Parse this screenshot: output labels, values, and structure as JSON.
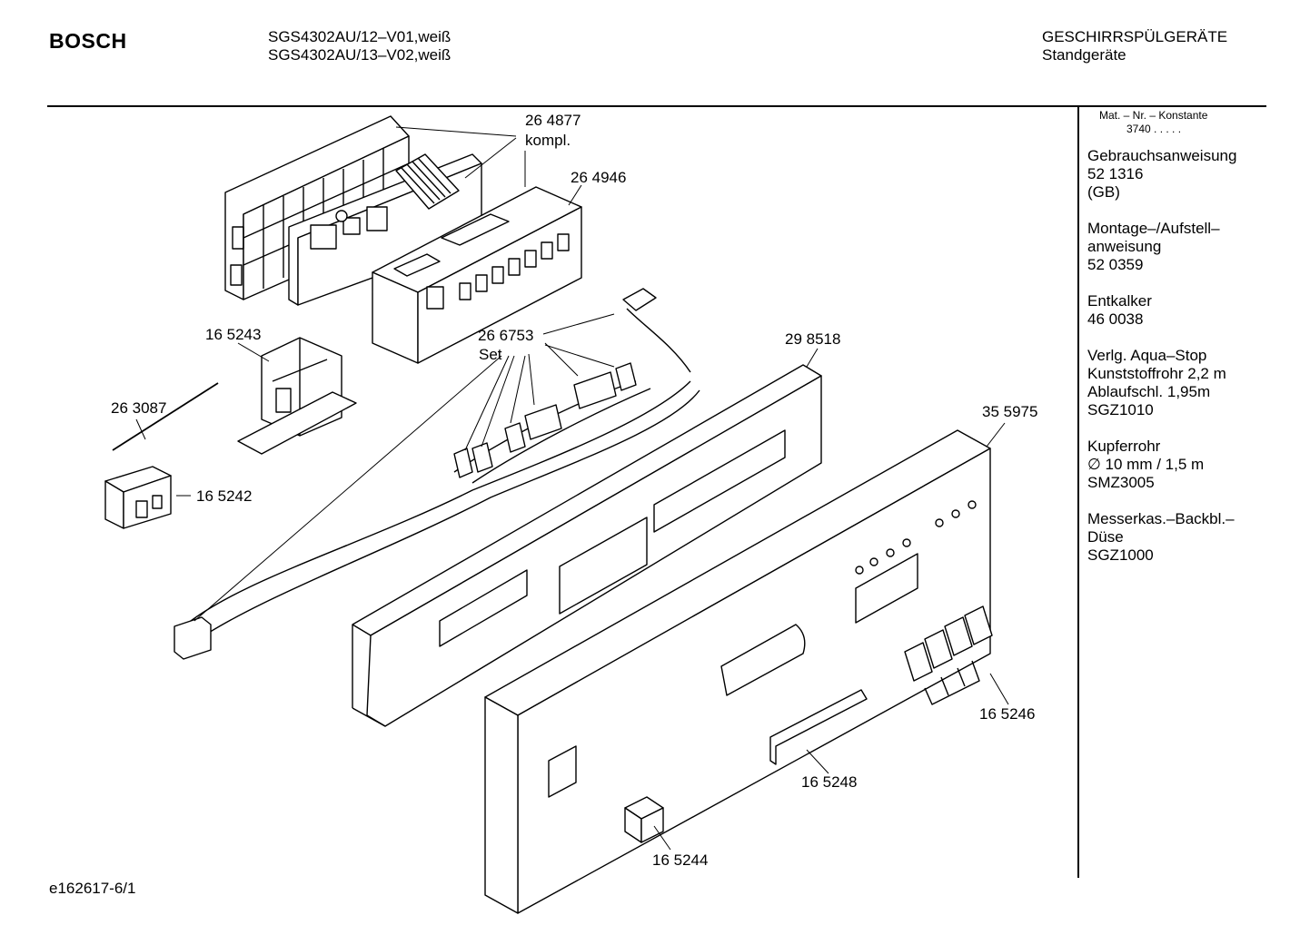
{
  "header": {
    "brand": "BOSCH",
    "models": [
      "SGS4302AU/12–V01,weiß",
      "SGS4302AU/13–V02,weiß"
    ],
    "category": "GESCHIRRSPÜLGERÄTE",
    "subcategory": "Standgeräte"
  },
  "sidebar": {
    "header_label": "Mat. – Nr. – Konstante",
    "header_value": "3740 .  .  .  .  .",
    "items": [
      {
        "lines": [
          "Gebrauchsanweisung",
          "52 1316",
          "(GB)"
        ]
      },
      {
        "lines": [
          "Montage–/Aufstell–",
          "anweisung",
          "52 0359"
        ]
      },
      {
        "lines": [
          "Entkalker",
          "46 0038"
        ]
      },
      {
        "lines": [
          "Verlg. Aqua–Stop",
          "Kunststoffrohr 2,2 m",
          "Ablaufschl. 1,95m",
          "SGZ1010"
        ]
      },
      {
        "lines": [
          "Kupferrohr",
          "∅ 10 mm / 1,5 m",
          "SMZ3005"
        ]
      },
      {
        "lines": [
          "Messerkas.–Backbl.–",
          "Düse",
          "SGZ1000"
        ]
      }
    ]
  },
  "parts": {
    "p264877": "26 4877",
    "p264877_note": "kompl.",
    "p264946": "26 4946",
    "p165243": "16 5243",
    "p266753": "26 6753",
    "p266753_note": "Set",
    "p298518": "29 8518",
    "p263087": "26 3087",
    "p355975": "35 5975",
    "p165242": "16 5242",
    "p165246": "16 5246",
    "p165248": "16 5248",
    "p165244": "16 5244"
  },
  "footer": {
    "code": "e162617-6/1"
  }
}
